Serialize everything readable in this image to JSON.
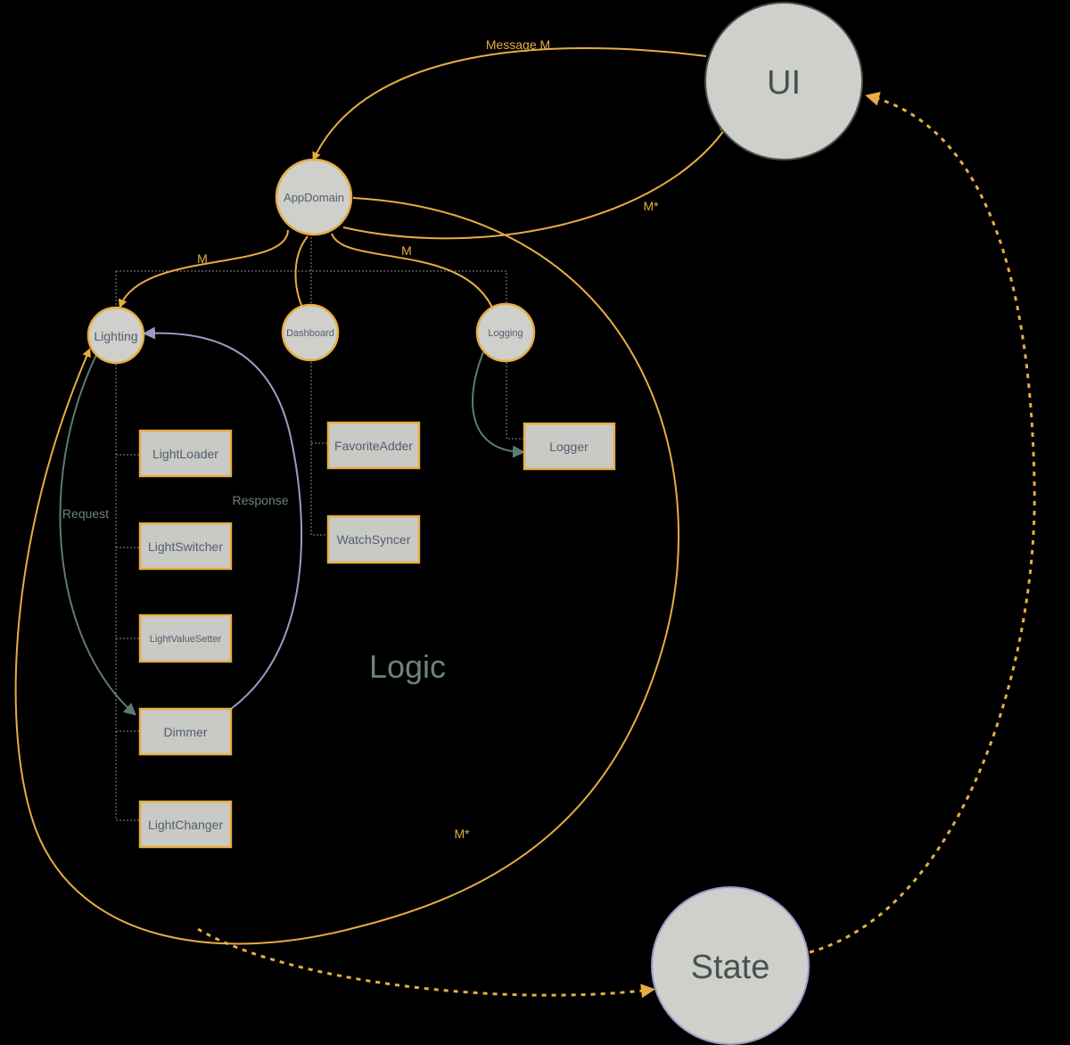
{
  "colors": {
    "background": "#000000",
    "node_fill": "#cfcfcb",
    "orange": "#e6ad42",
    "green_arrow": "#5d7c6f",
    "purple_arrow": "#9a9bc3",
    "text": "#51606f"
  },
  "nodes": {
    "ui": "UI",
    "state": "State",
    "app_domain": "AppDomain",
    "lighting": "Lighting",
    "dashboard": "Dashboard",
    "logging": "Logging"
  },
  "boxes": {
    "light_loader": "LightLoader",
    "light_switcher": "LightSwitcher",
    "light_value_setter": "LightValueSetter",
    "dimmer": "Dimmer",
    "light_changer": "LightChanger",
    "favorite_adder": "FavoriteAdder",
    "watch_syncer": "WatchSyncer",
    "logger": "Logger"
  },
  "labels": {
    "message_m": "Message M",
    "m_star_top": "M*",
    "m_lighting": "M",
    "m_logging": "M",
    "request": "Request",
    "response": "Response",
    "logic": "Logic",
    "m_star_bottom": "M*"
  }
}
